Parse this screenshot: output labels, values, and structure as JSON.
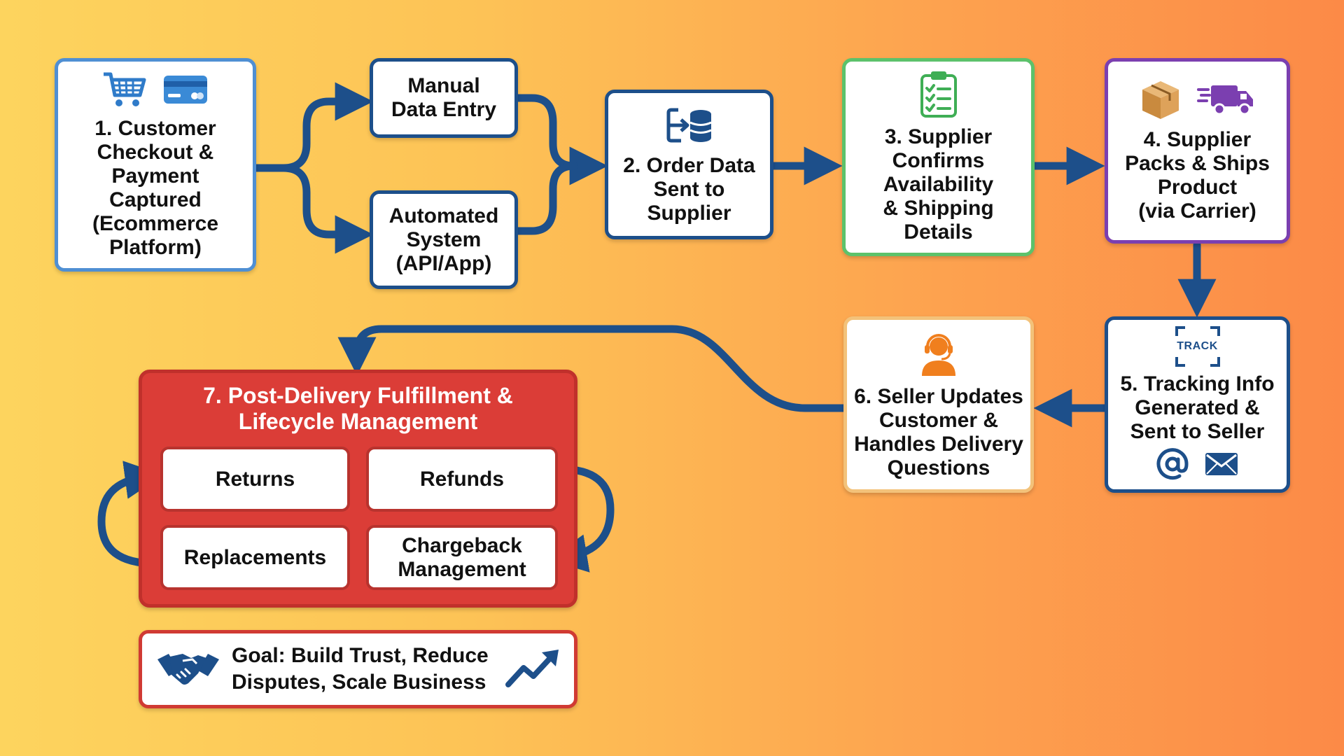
{
  "colors": {
    "connector": "#1d4f8a",
    "panel_red": "#db3d37",
    "border_blue": "#1d4f8a",
    "border_lightblue": "#4f8fd3",
    "border_green": "#5cc26b",
    "border_purple": "#7b3fb0",
    "border_orange": "#f3c27a",
    "icon_orange": "#f07f1e"
  },
  "nodes": {
    "step1": {
      "label": "1. Customer\nCheckout &\nPayment\nCaptured\n(Ecommerce\nPlatform)",
      "icons": [
        "shopping-cart-icon",
        "credit-card-icon"
      ]
    },
    "manual": {
      "label": "Manual\nData Entry"
    },
    "automated": {
      "label": "Automated\nSystem\n(API/App)"
    },
    "step2": {
      "label": "2. Order Data\nSent to\nSupplier",
      "icons": [
        "data-transfer-database-icon"
      ]
    },
    "step3": {
      "label": "3. Supplier\nConfirms\nAvailability\n& Shipping\nDetails",
      "icons": [
        "clipboard-checklist-icon"
      ]
    },
    "step4": {
      "label": "4. Supplier\nPacks & Ships\nProduct\n(via Carrier)",
      "icons": [
        "package-box-icon",
        "delivery-truck-icon"
      ]
    },
    "step5": {
      "label": "5. Tracking Info\nGenerated &\nSent to Seller",
      "badge": "TRACK",
      "icons": [
        "at-sign-icon",
        "envelope-icon"
      ]
    },
    "step6": {
      "label": "6. Seller Updates\nCustomer &\nHandles Delivery\nQuestions",
      "icons": [
        "support-agent-headset-icon"
      ]
    },
    "step7": {
      "title": "7. Post-Delivery Fulfillment &\nLifecycle Management",
      "items": [
        "Returns",
        "Refunds",
        "Replacements",
        "Chargeback\nManagement"
      ]
    },
    "goal": {
      "label": "Goal: Build Trust, Reduce\nDisputes, Scale Business",
      "icons": [
        "handshake-icon",
        "trend-up-arrow-icon"
      ]
    }
  },
  "edges": [
    {
      "from": "step1",
      "to": "manual"
    },
    {
      "from": "step1",
      "to": "automated"
    },
    {
      "from": "manual",
      "to": "step2"
    },
    {
      "from": "automated",
      "to": "step2"
    },
    {
      "from": "step2",
      "to": "step3"
    },
    {
      "from": "step3",
      "to": "step4"
    },
    {
      "from": "step4",
      "to": "step5"
    },
    {
      "from": "step5",
      "to": "step6"
    },
    {
      "from": "step6",
      "to": "step7"
    }
  ]
}
